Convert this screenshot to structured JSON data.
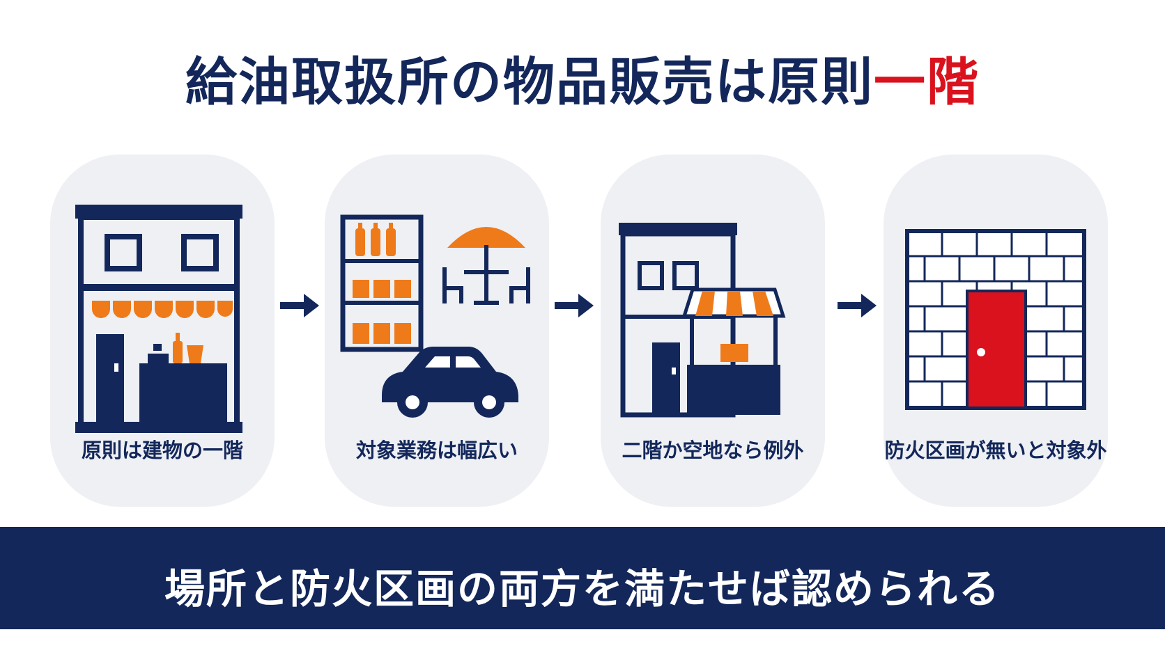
{
  "header": {
    "title_main": "給油取扱所の物品販売は原則",
    "title_accent": "一階"
  },
  "steps": [
    {
      "label": "原則は建物の一階",
      "icon": "shop-building-icon"
    },
    {
      "label": "対象業務は幅広い",
      "icon": "shelf-cafe-car-icon"
    },
    {
      "label": "二階か空地なら例外",
      "icon": "building-kiosk-icon"
    },
    {
      "label": "防火区画が無いと対象外",
      "icon": "firewall-door-icon"
    }
  ],
  "footer": {
    "text": "場所と防火区画の両方を満たせば認められる"
  },
  "colors": {
    "navy": "#13275a",
    "orange": "#ef7a1a",
    "red": "#d9121d",
    "card": "#eef0f4"
  }
}
